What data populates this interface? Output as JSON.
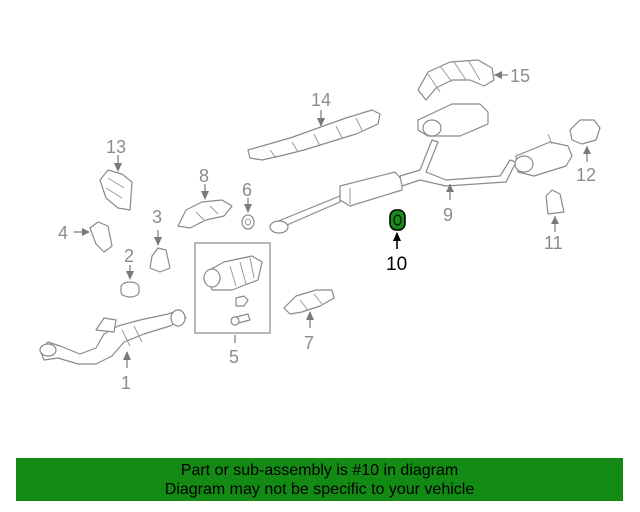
{
  "diagram": {
    "callouts": {
      "c1": "1",
      "c2": "2",
      "c3": "3",
      "c4": "4",
      "c5": "5",
      "c6": "6",
      "c7": "7",
      "c8": "8",
      "c9": "9",
      "c10": "10",
      "c11": "11",
      "c12": "12",
      "c13": "13",
      "c14": "14",
      "c15": "15"
    },
    "highlighted_part": "10",
    "highlight_color": "#1b8a1b"
  },
  "banner": {
    "line1": "Part or sub-assembly is #10 in diagram",
    "line2": "Diagram may not be specific to your vehicle",
    "background": "#138a13"
  }
}
